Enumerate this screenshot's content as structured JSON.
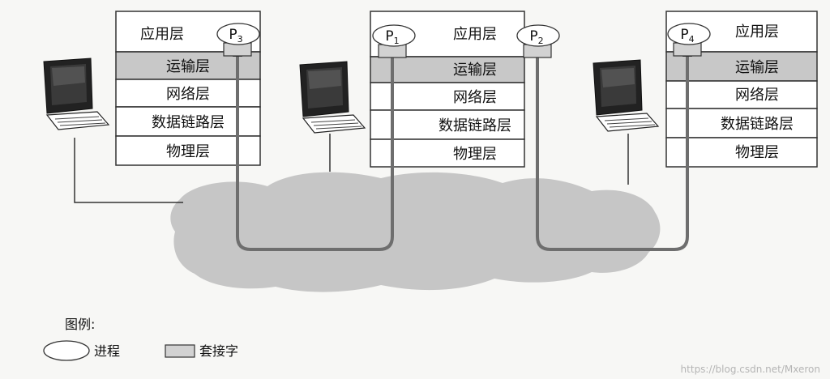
{
  "stacks": [
    {
      "layers": [
        "应用层",
        "运输层",
        "网络层",
        "数据链路层",
        "物理层"
      ],
      "process": {
        "letter": "P",
        "sub": "3"
      }
    },
    {
      "layers": [
        "应用层",
        "运输层",
        "网络层",
        "数据链路层",
        "物理层"
      ],
      "process": {
        "letter": "P",
        "sub": "1"
      }
    },
    {
      "layers": [
        "应用层",
        "运输层",
        "网络层",
        "数据链路层",
        "物理层"
      ],
      "process": {
        "letter": "P",
        "sub": "4"
      }
    }
  ],
  "middle_process": {
    "letter": "P",
    "sub": "2"
  },
  "legend": {
    "title": "图例:",
    "process_label": "进程",
    "socket_label": "套接字"
  },
  "watermark": "https://blog.csdn.net/Mxeron",
  "colors": {
    "box_fill": "#ffffff",
    "highlight_fill": "#c8c8c8",
    "socket_fill": "#d2d2d2",
    "cloud_fill": "#c6c6c6",
    "path_stroke": "#6e6e6e",
    "line": "#333333"
  },
  "icons": [
    "computer-icon",
    "computer-icon",
    "computer-icon"
  ]
}
